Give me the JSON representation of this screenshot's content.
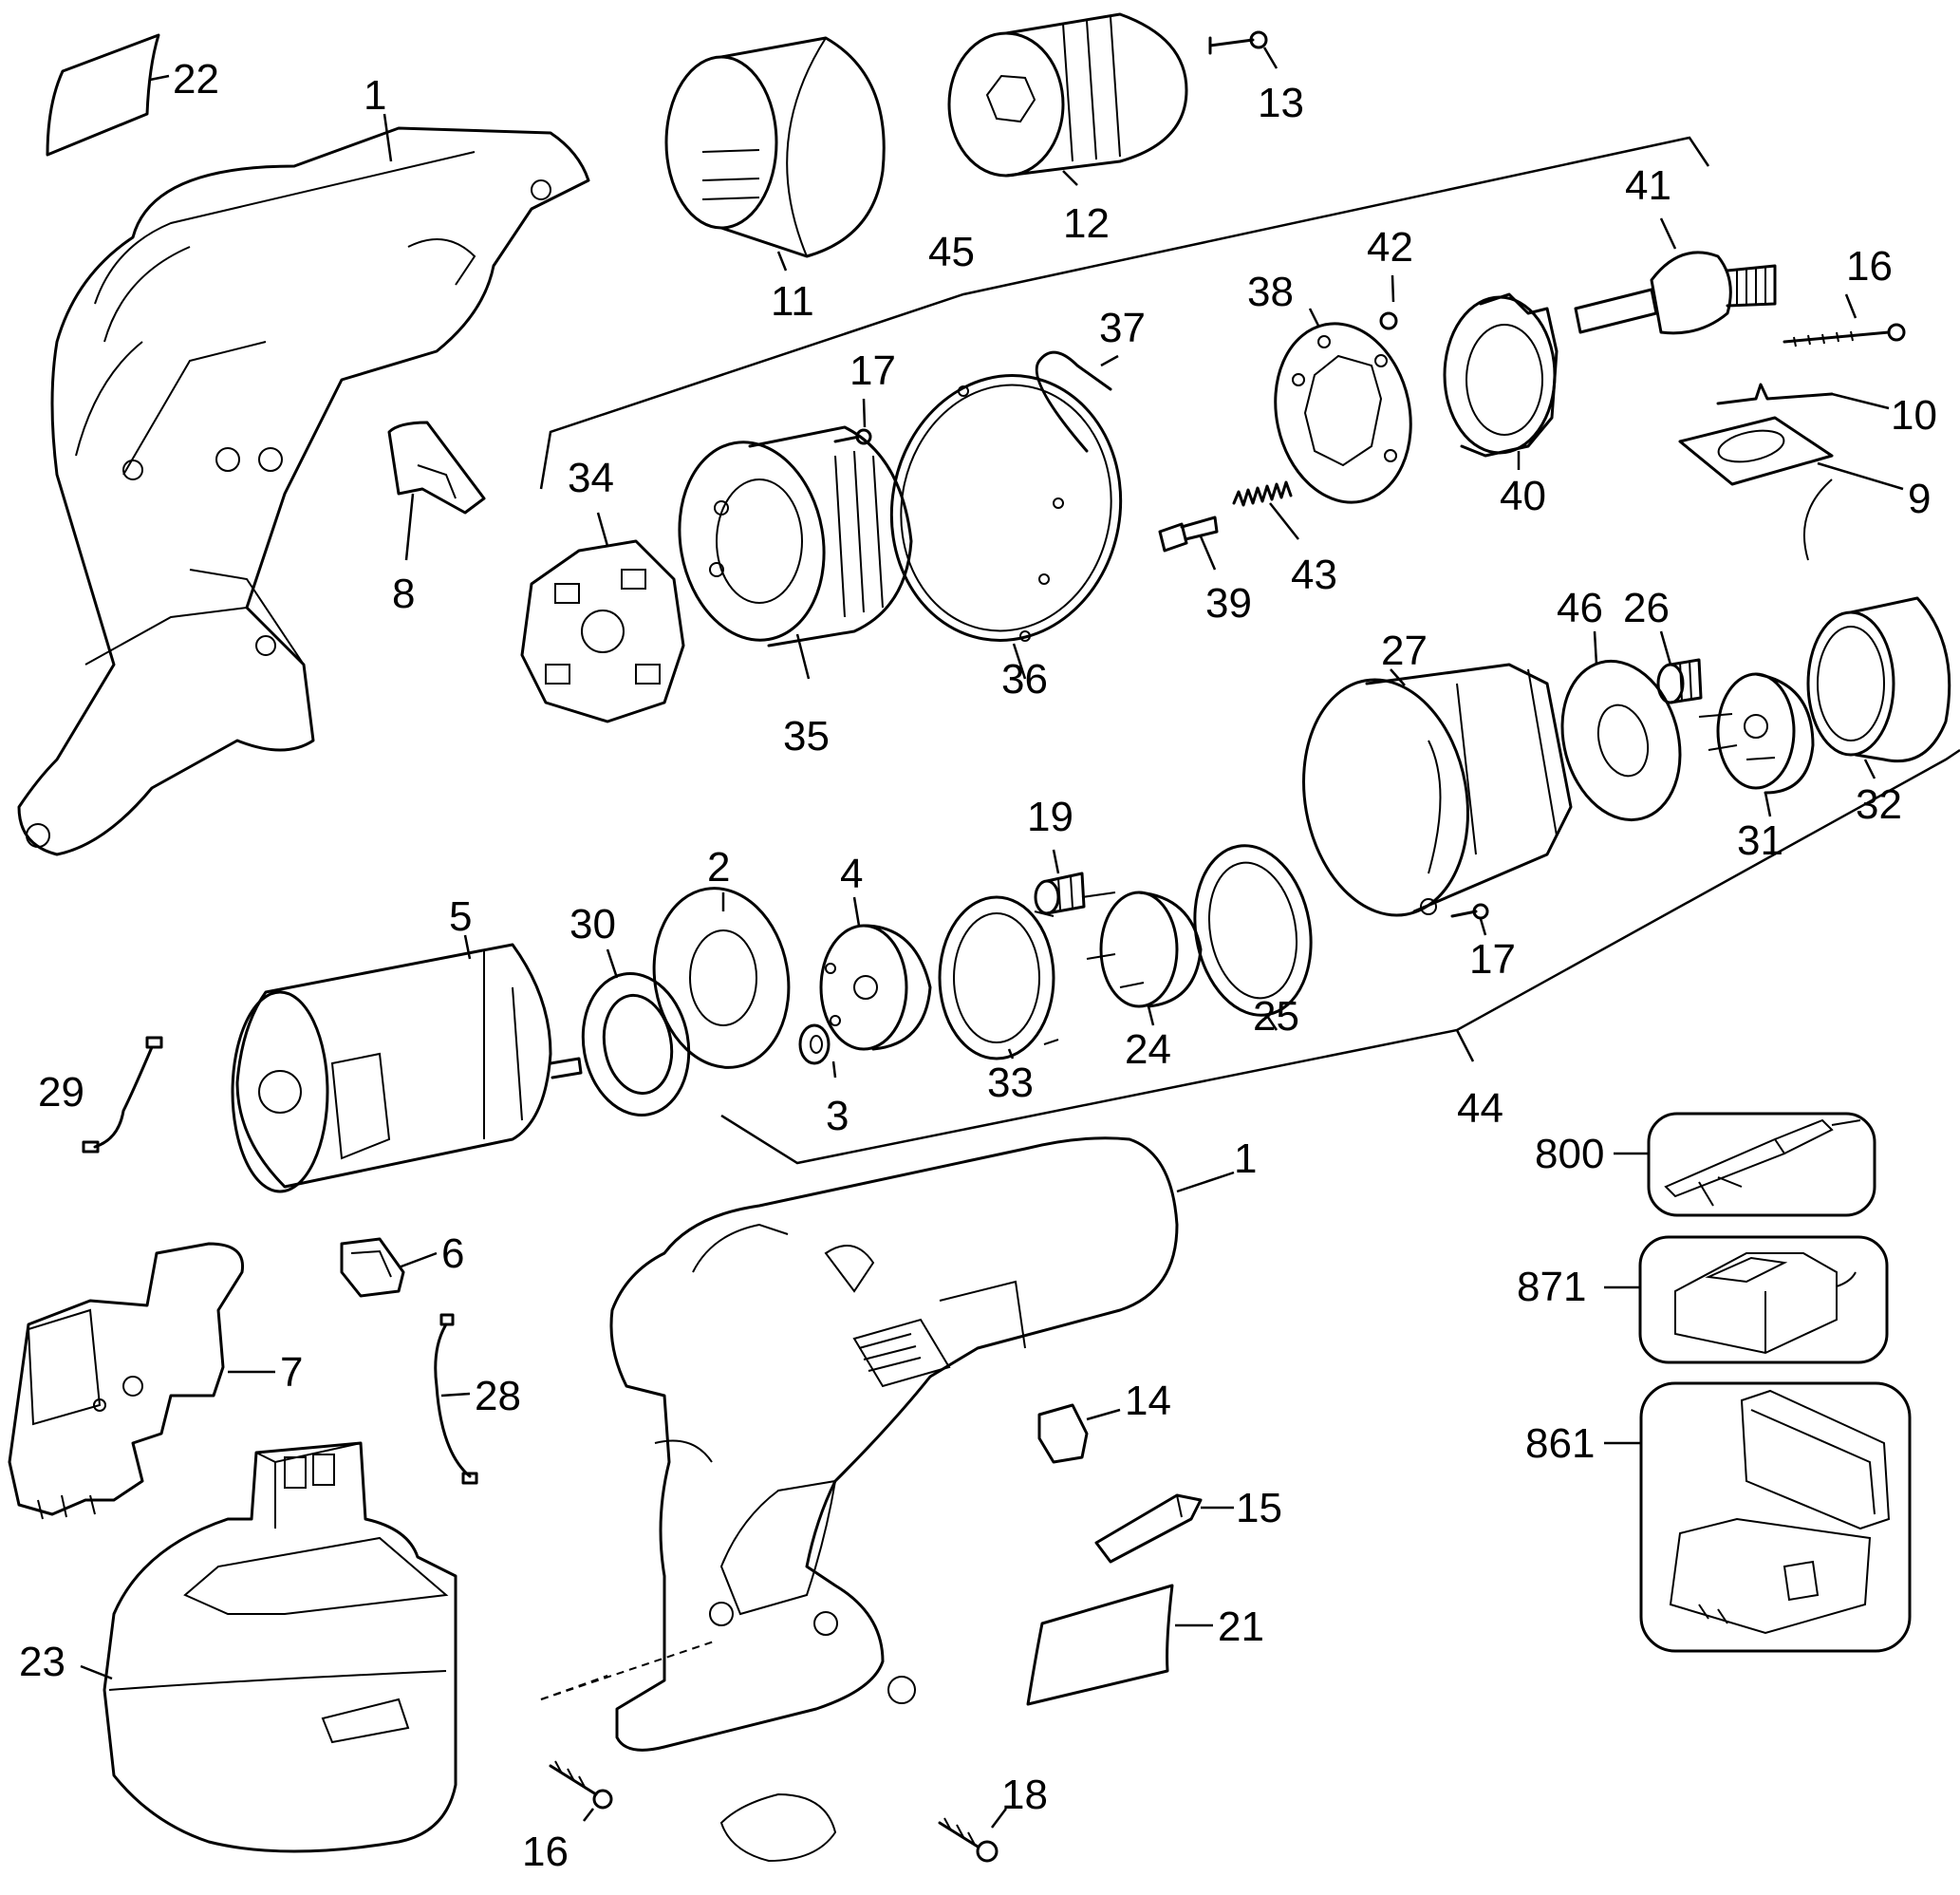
{
  "title": "Cordless Drill Exploded Parts Diagram",
  "parts": [
    {
      "id": "p22",
      "label": "22",
      "desc": "label / nameplate"
    },
    {
      "id": "p1a",
      "label": "1",
      "desc": "housing half (left)"
    },
    {
      "id": "p11",
      "label": "11",
      "desc": "clutch collar"
    },
    {
      "id": "p12",
      "label": "12",
      "desc": "keyless chuck"
    },
    {
      "id": "p13",
      "label": "13",
      "desc": "chuck screw"
    },
    {
      "id": "p45",
      "label": "45",
      "desc": "clutch assembly bracket"
    },
    {
      "id": "p41",
      "label": "41",
      "desc": "spindle"
    },
    {
      "id": "p42",
      "label": "42",
      "desc": "ball"
    },
    {
      "id": "p16a",
      "label": "16",
      "desc": "screw"
    },
    {
      "id": "p38",
      "label": "38",
      "desc": "clutch plate"
    },
    {
      "id": "p37",
      "label": "37",
      "desc": "wire spring"
    },
    {
      "id": "p17a",
      "label": "17",
      "desc": "screw"
    },
    {
      "id": "p10",
      "label": "10",
      "desc": "clip"
    },
    {
      "id": "p40",
      "label": "40",
      "desc": "clutch ring"
    },
    {
      "id": "p9",
      "label": "9",
      "desc": "switch plate"
    },
    {
      "id": "p34",
      "label": "34",
      "desc": "clutch cam"
    },
    {
      "id": "p8",
      "label": "8",
      "desc": "forward/reverse shuttle"
    },
    {
      "id": "p39",
      "label": "39",
      "desc": "pin"
    },
    {
      "id": "p43",
      "label": "43",
      "desc": "spring"
    },
    {
      "id": "p36",
      "label": "36",
      "desc": "retaining ring"
    },
    {
      "id": "p35",
      "label": "35",
      "desc": "clutch housing"
    },
    {
      "id": "p46",
      "label": "46",
      "desc": "washer"
    },
    {
      "id": "p26",
      "label": "26",
      "desc": "sun gear"
    },
    {
      "id": "p27",
      "label": "27",
      "desc": "gear case"
    },
    {
      "id": "p31",
      "label": "31",
      "desc": "planet carrier"
    },
    {
      "id": "p32",
      "label": "32",
      "desc": "ring gear"
    },
    {
      "id": "p19",
      "label": "19",
      "desc": "pinion"
    },
    {
      "id": "p2",
      "label": "2",
      "desc": "plate"
    },
    {
      "id": "p4",
      "label": "4",
      "desc": "planet carrier"
    },
    {
      "id": "p5",
      "label": "5",
      "desc": "motor"
    },
    {
      "id": "p30",
      "label": "30",
      "desc": "washer"
    },
    {
      "id": "p24",
      "label": "24",
      "desc": "planet carrier"
    },
    {
      "id": "p25",
      "label": "25",
      "desc": "ring gear"
    },
    {
      "id": "p17b",
      "label": "17",
      "desc": "screw"
    },
    {
      "id": "p33",
      "label": "33",
      "desc": "ring gear"
    },
    {
      "id": "p3",
      "label": "3",
      "desc": "gear"
    },
    {
      "id": "p44",
      "label": "44",
      "desc": "transmission assembly bracket"
    },
    {
      "id": "p29",
      "label": "29",
      "desc": "lead wire"
    },
    {
      "id": "p1b",
      "label": "1",
      "desc": "housing half (right)"
    },
    {
      "id": "p6",
      "label": "6",
      "desc": "brush holder"
    },
    {
      "id": "p7",
      "label": "7",
      "desc": "switch"
    },
    {
      "id": "p28",
      "label": "28",
      "desc": "lead wire"
    },
    {
      "id": "p14",
      "label": "14",
      "desc": "bit clip"
    },
    {
      "id": "p15",
      "label": "15",
      "desc": "screwdriver bit"
    },
    {
      "id": "p21",
      "label": "21",
      "desc": "label"
    },
    {
      "id": "p23",
      "label": "23",
      "desc": "battery pack"
    },
    {
      "id": "p16b",
      "label": "16",
      "desc": "screw"
    },
    {
      "id": "p18",
      "label": "18",
      "desc": "screw"
    }
  ],
  "accessories": [
    {
      "id": "a800",
      "label": "800",
      "desc": "bit holder"
    },
    {
      "id": "a871",
      "label": "871",
      "desc": "charger"
    },
    {
      "id": "a861",
      "label": "861",
      "desc": "carrying case"
    }
  ]
}
